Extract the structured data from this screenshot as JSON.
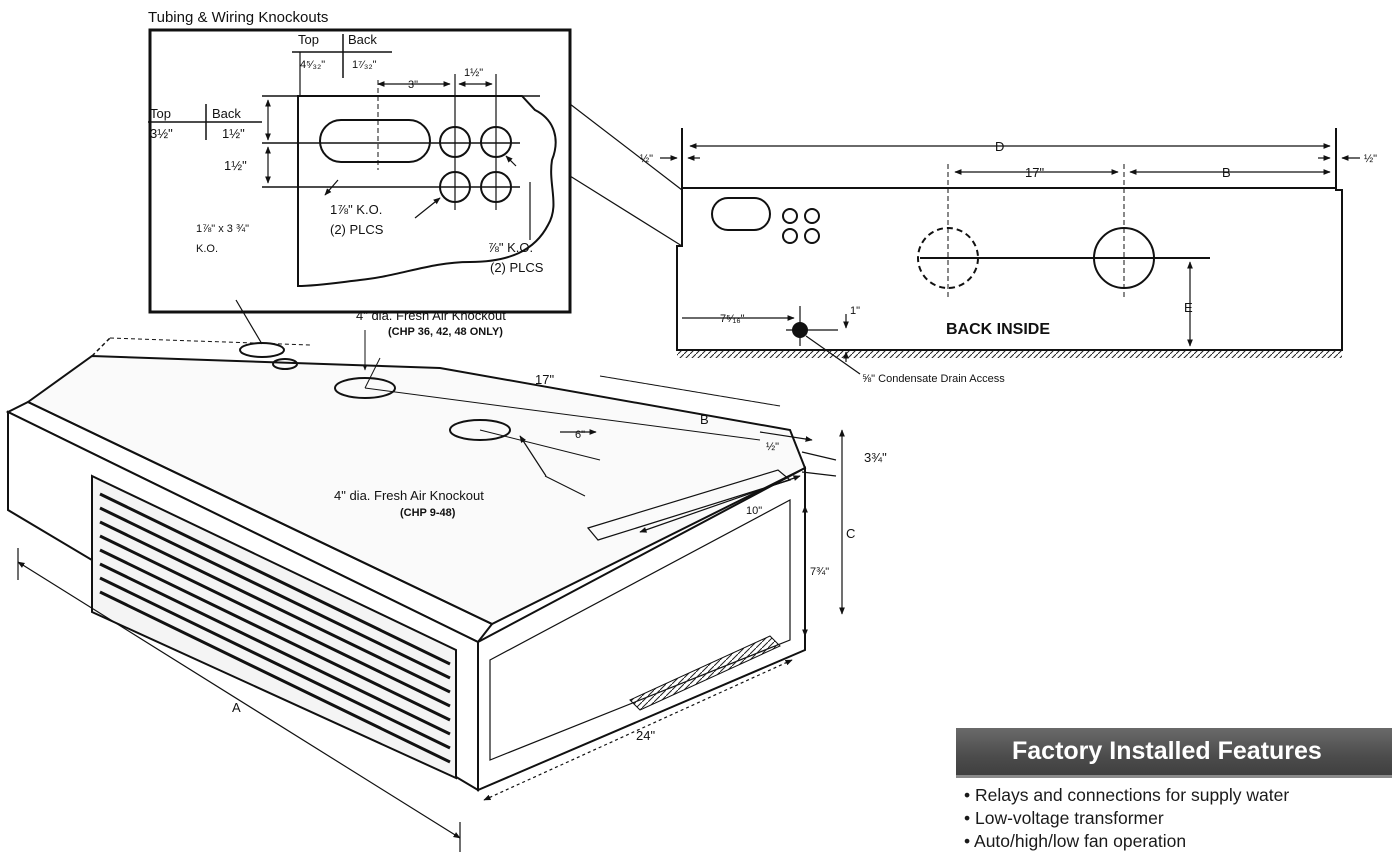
{
  "diagram": {
    "title": "Tubing & Wiring Knockouts",
    "inset": {
      "col_top": "Top",
      "col_back": "Back",
      "top_h_top": "4⁵⁄₃₂\"",
      "top_h_back": "1⁷⁄₃₂\"",
      "dim_3": "3\"",
      "dim_1_5_top": "1½\"",
      "row_top": "Top",
      "row_back": "Back",
      "side_top": "3½\"",
      "side_back": "1½\"",
      "side_1_5": "1½\"",
      "ko_large_1": "1⅞\" x 3 ¾\"",
      "ko_large_2": "K.O.",
      "ko_mid_1": "1⅞\" K.O.",
      "ko_mid_2": "(2) PLCS",
      "ko_small_1": "⅞\" K.O.",
      "ko_small_2": "(2) PLCS"
    },
    "back": {
      "D": "D",
      "B": "B",
      "E": "E",
      "dim_17": "17\"",
      "left_half": "½\"",
      "right_half": "½\"",
      "dim_7": "7⁵⁄₁₆\"",
      "dim_1": "1\"",
      "label": "BACK INSIDE",
      "drain": "⅝\" Condensate Drain Access"
    },
    "unit": {
      "fresh_air_top_1": "4\" dia. Fresh Air Knockout",
      "fresh_air_top_2": "(CHP 36, 42, 48 ONLY)",
      "fresh_air_low_1": "4\" dia. Fresh Air Knockout",
      "fresh_air_low_2": "(CHP 9-48)",
      "dim_17": "17\"",
      "B": "B",
      "dim_6": "6\"",
      "dim_half": "½\"",
      "dim_3_75": "3¾\"",
      "dim_10": "10\"",
      "C": "C",
      "dim_7_75": "7¾\"",
      "A": "A",
      "dim_24": "24\""
    }
  },
  "features": {
    "title": "Factory Installed Features",
    "items": [
      "Relays and connections for supply water",
      "Low-voltage transformer",
      "Auto/high/low fan operation"
    ]
  }
}
